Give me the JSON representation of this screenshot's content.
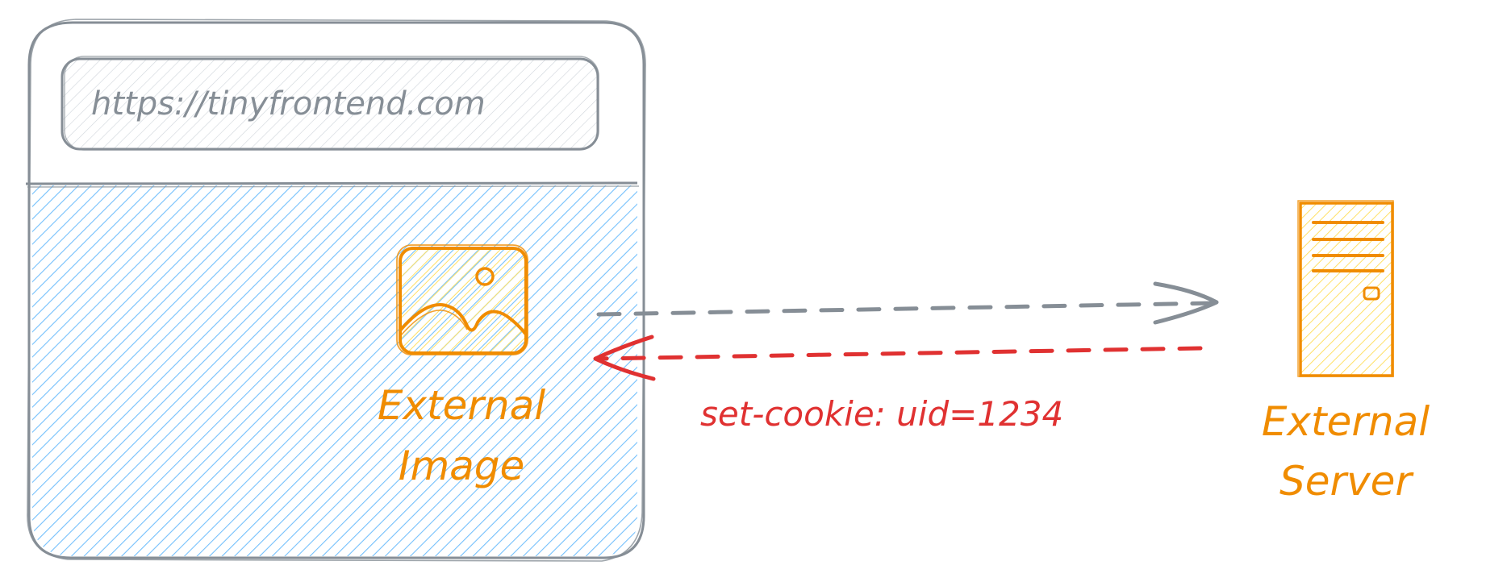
{
  "browser": {
    "url": "https://tinyfrontend.com"
  },
  "image": {
    "label_line1": "External",
    "label_line2": "Image"
  },
  "server": {
    "label_line1": "External",
    "label_line2": "Server"
  },
  "response": {
    "label": "set-cookie: uid=1234"
  },
  "colors": {
    "stroke_gray": "#868e96",
    "page_blue": "#74c0fc",
    "accent_orange": "#f08c00",
    "fill_yellow": "#ffec99",
    "arrow_red": "#e03131",
    "url_gray": "#868e96"
  },
  "icons": {
    "image": "image-icon",
    "server": "server-tower-icon"
  }
}
